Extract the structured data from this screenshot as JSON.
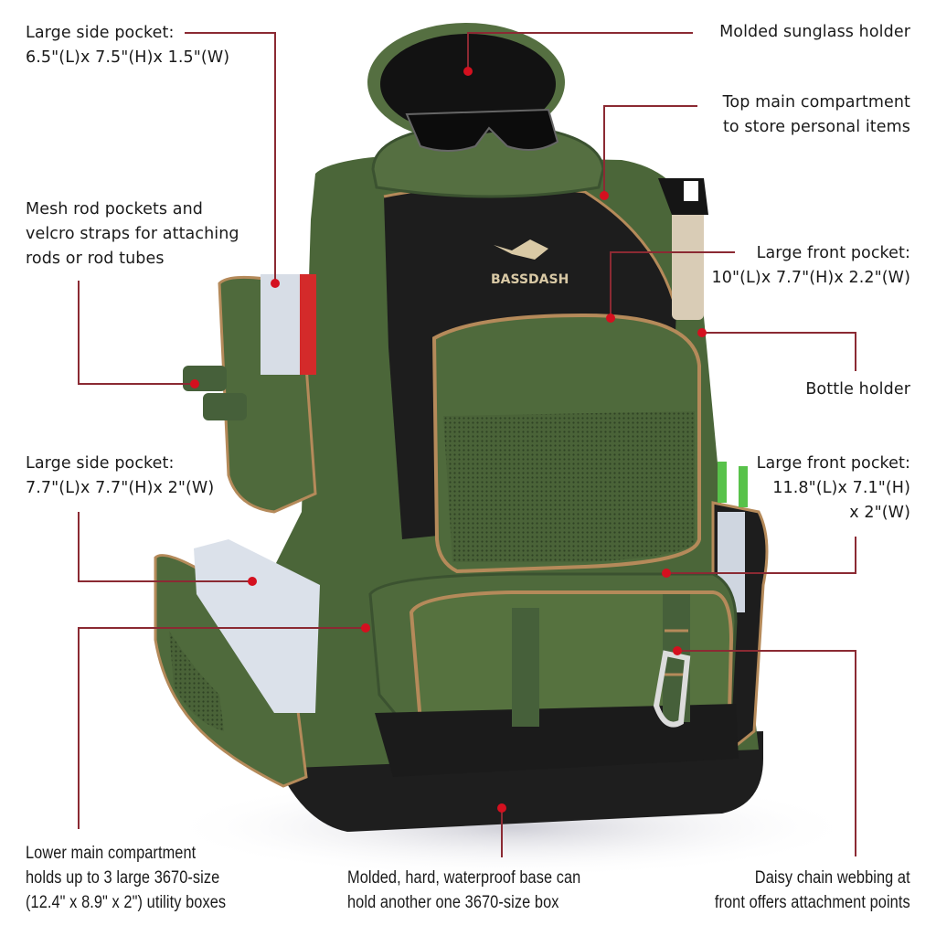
{
  "product": {
    "brand": "BASSDASH",
    "type": "fishing tackle backpack",
    "colors": {
      "green": "#4f6a3c",
      "dark_green": "#3b5230",
      "black": "#1c1c1c",
      "trim": "#b58a5a",
      "callout_line": "#8b2a33",
      "callout_dot": "#d4101f"
    }
  },
  "callouts": [
    {
      "id": "sunglass",
      "text": "Molded sunglass holder"
    },
    {
      "id": "top-main",
      "text": "Top main compartment\nto store personal items"
    },
    {
      "id": "side-pocket-small",
      "text": "Large side pocket:\n6.5\"(L)x 7.5\"(H)x 1.5\"(W)"
    },
    {
      "id": "rod-pockets",
      "text": "Mesh rod pockets and\nvelcro straps for attaching\nrods or rod tubes"
    },
    {
      "id": "front-pocket-upper",
      "text": "Large front pocket:\n10\"(L)x 7.7\"(H)x 2.2\"(W)"
    },
    {
      "id": "bottle-holder",
      "text": "Bottle holder"
    },
    {
      "id": "side-pocket-large",
      "text": "Large side pocket:\n7.7\"(L)x 7.7\"(H)x 2\"(W)"
    },
    {
      "id": "front-pocket-lower",
      "text": "Large front pocket:\n11.8\"(L)x 7.1\"(H)\nx 2\"(W)"
    },
    {
      "id": "lower-main",
      "text": "Lower main compartment\nholds up to 3 large 3670-size\n(12.4\" x 8.9\" x 2\") utility boxes"
    },
    {
      "id": "base",
      "text": "Molded, hard, waterproof base can\nhold another one 3670-size box"
    },
    {
      "id": "daisy-chain",
      "text": "Daisy chain webbing at\nfront offers attachment points"
    }
  ]
}
